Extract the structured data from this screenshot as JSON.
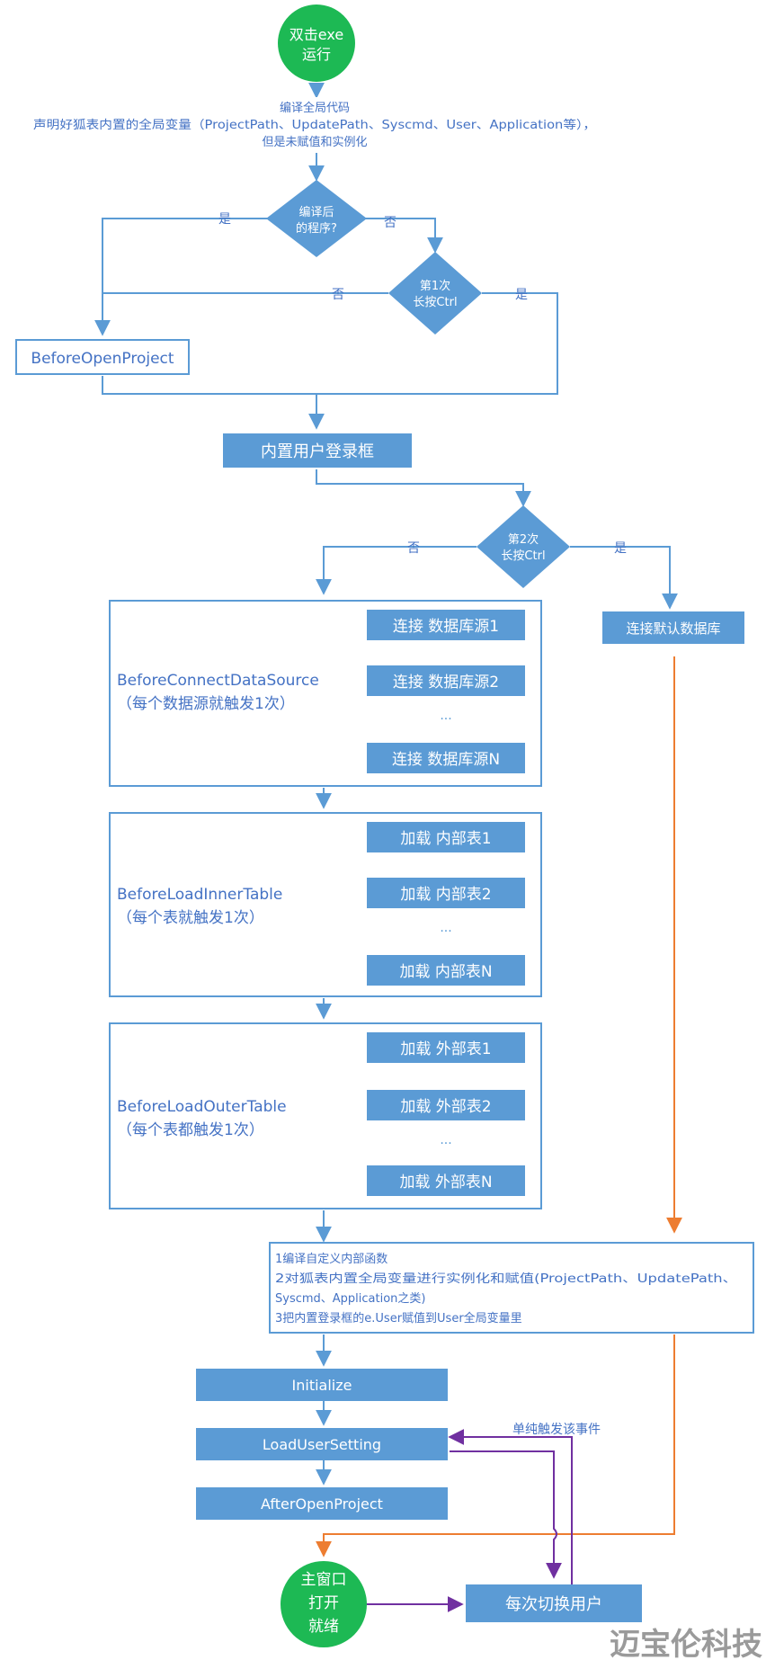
{
  "start": {
    "line1": "双击exe",
    "line2": "运行"
  },
  "compile_note": {
    "line1": "编译全局代码",
    "line2": "声明好狐表内置的全局变量（ProjectPath、UpdatePath、Syscmd、User、Application等），",
    "line3": "但是未赋值和实例化"
  },
  "decision_compiled": {
    "line1": "编译后",
    "line2": "的程序?",
    "yes": "是",
    "no": "否"
  },
  "decision_ctrl1": {
    "line1": "第1次",
    "line2": "长按Ctrl",
    "yes": "是",
    "no": "否"
  },
  "before_open_project": "BeforeOpenProject",
  "login_box": "内置用户登录框",
  "decision_ctrl2": {
    "line1": "第2次",
    "line2": "长按Ctrl",
    "yes": "是",
    "no": "否"
  },
  "default_db": "连接默认数据库",
  "group_datasource": {
    "event": "BeforeConnectDataSource",
    "note": "（每个数据源就触发1次）",
    "steps": [
      "连接 数据库源1",
      "连接 数据库源2",
      "连接 数据库源N"
    ],
    "ellipsis": "···"
  },
  "group_inner": {
    "event": "BeforeLoadInnerTable",
    "note": "（每个表就触发1次）",
    "steps": [
      "加载 内部表1",
      "加载 内部表2",
      "加载 内部表N"
    ],
    "ellipsis": "···"
  },
  "group_outer": {
    "event": "BeforeLoadOuterTable",
    "note": "（每个表都触发1次）",
    "steps": [
      "加载 外部表1",
      "加载 外部表2",
      "加载 外部表N"
    ],
    "ellipsis": "···"
  },
  "post_load_note": {
    "line1": "1编译自定义内部函数",
    "line2": "2对狐表内置全局变量进行实例化和赋值(ProjectPath、UpdatePath、",
    "line3": "Syscmd、Application之类)",
    "line4": "3把内置登录框的e.User赋值到User全局变量里"
  },
  "initialize": "Initialize",
  "load_user_setting": "LoadUserSetting",
  "after_open_project": "AfterOpenProject",
  "trigger_only_note": "单纯触发该事件",
  "main_window": {
    "line1": "主窗口",
    "line2": "打开",
    "line3": "就绪"
  },
  "switch_user": "每次切换用户",
  "watermark": "迈宝伦科技",
  "colors": {
    "blue": "#5b9bd5",
    "green": "#1db954",
    "orange": "#ed7d31",
    "purple": "#7030a0",
    "text_blue": "#4472c4"
  }
}
